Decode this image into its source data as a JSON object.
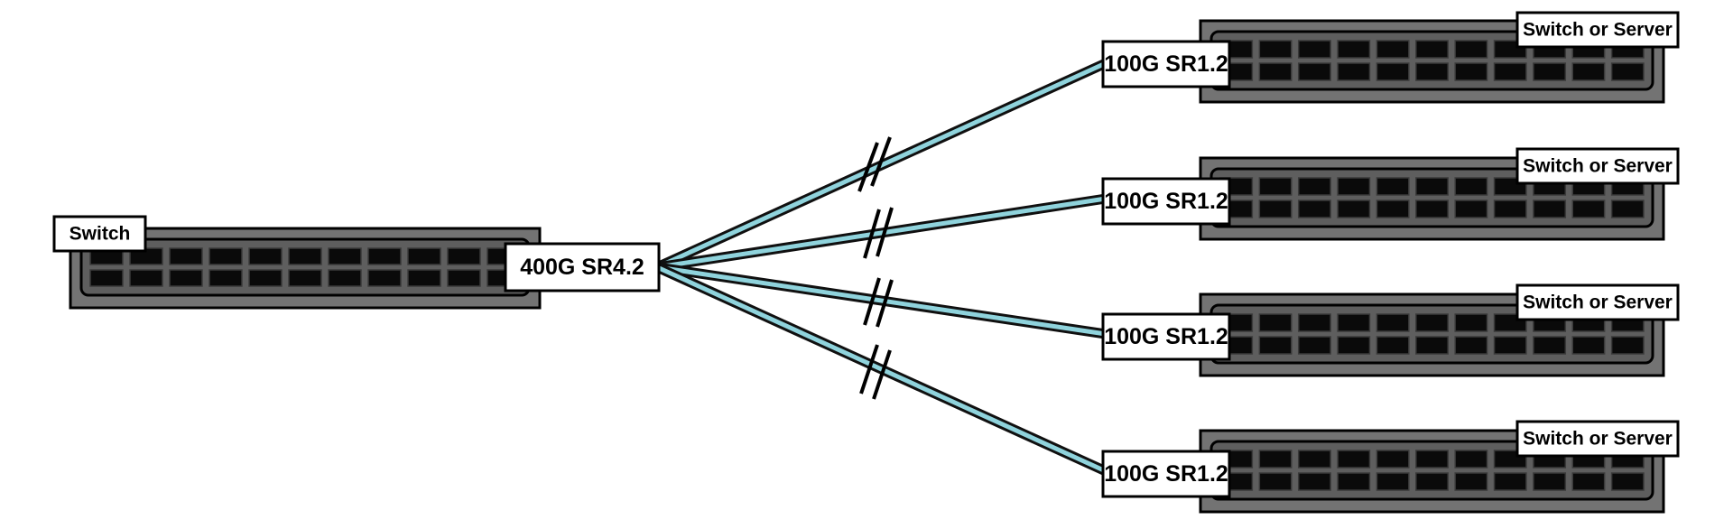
{
  "colors": {
    "chassis_outer": "#737373",
    "chassis_inner": "#5e5e5e",
    "port": "#0a0a0a",
    "cable_core": "#8fd3dc",
    "cable_edge": "#101010",
    "label_bg": "#ffffff",
    "outline": "#000000"
  },
  "left_device": {
    "name": "Switch",
    "port_label": "400G SR4.2"
  },
  "right_devices": [
    {
      "name": "Switch or Server",
      "port_label": "100G SR1.2"
    },
    {
      "name": "Switch or Server",
      "port_label": "100G SR1.2"
    },
    {
      "name": "Switch or Server",
      "port_label": "100G SR1.2"
    },
    {
      "name": "Switch or Server",
      "port_label": "100G SR1.2"
    }
  ]
}
